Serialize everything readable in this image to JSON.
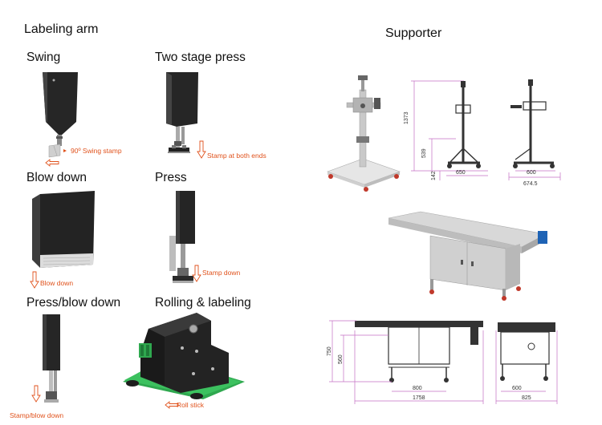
{
  "left_section": {
    "title": "Labeling arm",
    "items": [
      {
        "label": "Swing",
        "note": "90º Swing stamp"
      },
      {
        "label": "Two stage press",
        "note": "Stamp at both ends"
      },
      {
        "label": "Blow down",
        "note": "Blow down"
      },
      {
        "label": "Press",
        "note": "Stamp down"
      },
      {
        "label": "Press/blow down",
        "note": "Stamp/blow down"
      },
      {
        "label": "Rolling & labeling",
        "note": "Roll stick"
      }
    ]
  },
  "right_section": {
    "title": "Supporter",
    "stand_dims": {
      "h_total": "1373",
      "h_mid": "539",
      "h_low": "142",
      "w_front": "650",
      "w_side": "600",
      "w_side_total": "674.5"
    },
    "conveyor_dims": {
      "h_total": "750",
      "h_top": "560",
      "w_inner": "800",
      "w_total": "1758",
      "w_side_inner": "600",
      "w_side_total": "825"
    }
  },
  "colors": {
    "accent_arrow": "#e0521c",
    "dimension_line": "#c46fc4",
    "machine_dark": "#2a2a2a",
    "belt_green": "#2fa84f"
  }
}
